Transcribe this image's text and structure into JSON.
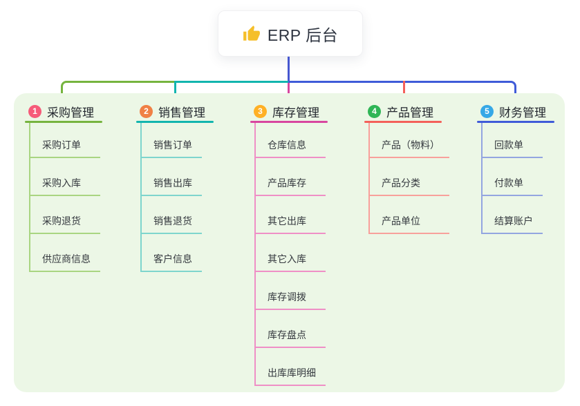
{
  "root": {
    "title": "ERP 后台",
    "icon": "thumbs-up-icon",
    "icon_color": "#f5bf2b"
  },
  "colors": {
    "stem": "#4657d0",
    "panel_bg": "#ecf7e6",
    "card_bg": "#ffffff",
    "title_text": "#2e3440"
  },
  "branches": [
    {
      "badge": "1",
      "label": "采购管理",
      "badge_color": "#f65b79",
      "line_color": "#76b43f",
      "child_line_color": "#a9d581",
      "children": [
        "采购订单",
        "采购入库",
        "采购退货",
        "供应商信息"
      ]
    },
    {
      "badge": "2",
      "label": "销售管理",
      "badge_color": "#f08045",
      "line_color": "#12b5ae",
      "child_line_color": "#7ed5cd",
      "children": [
        "销售订单",
        "销售出库",
        "销售退货",
        "客户信息"
      ]
    },
    {
      "badge": "3",
      "label": "库存管理",
      "badge_color": "#ffb025",
      "line_color": "#d8469f",
      "child_line_color": "#ef8fc6",
      "children": [
        "仓库信息",
        "产品库存",
        "其它出库",
        "其它入库",
        "库存调拨",
        "库存盘点",
        "出库库明细"
      ]
    },
    {
      "badge": "4",
      "label": "产品管理",
      "badge_color": "#2fb556",
      "line_color": "#f4605a",
      "child_line_color": "#f8a09b",
      "children": [
        "产品（物料）",
        "产品分类",
        "产品单位"
      ]
    },
    {
      "badge": "5",
      "label": "财务管理",
      "badge_color": "#36a8e6",
      "line_color": "#3f5bd8",
      "child_line_color": "#93a5e0",
      "children": [
        "回款单",
        "付款单",
        "结算账户"
      ]
    }
  ]
}
